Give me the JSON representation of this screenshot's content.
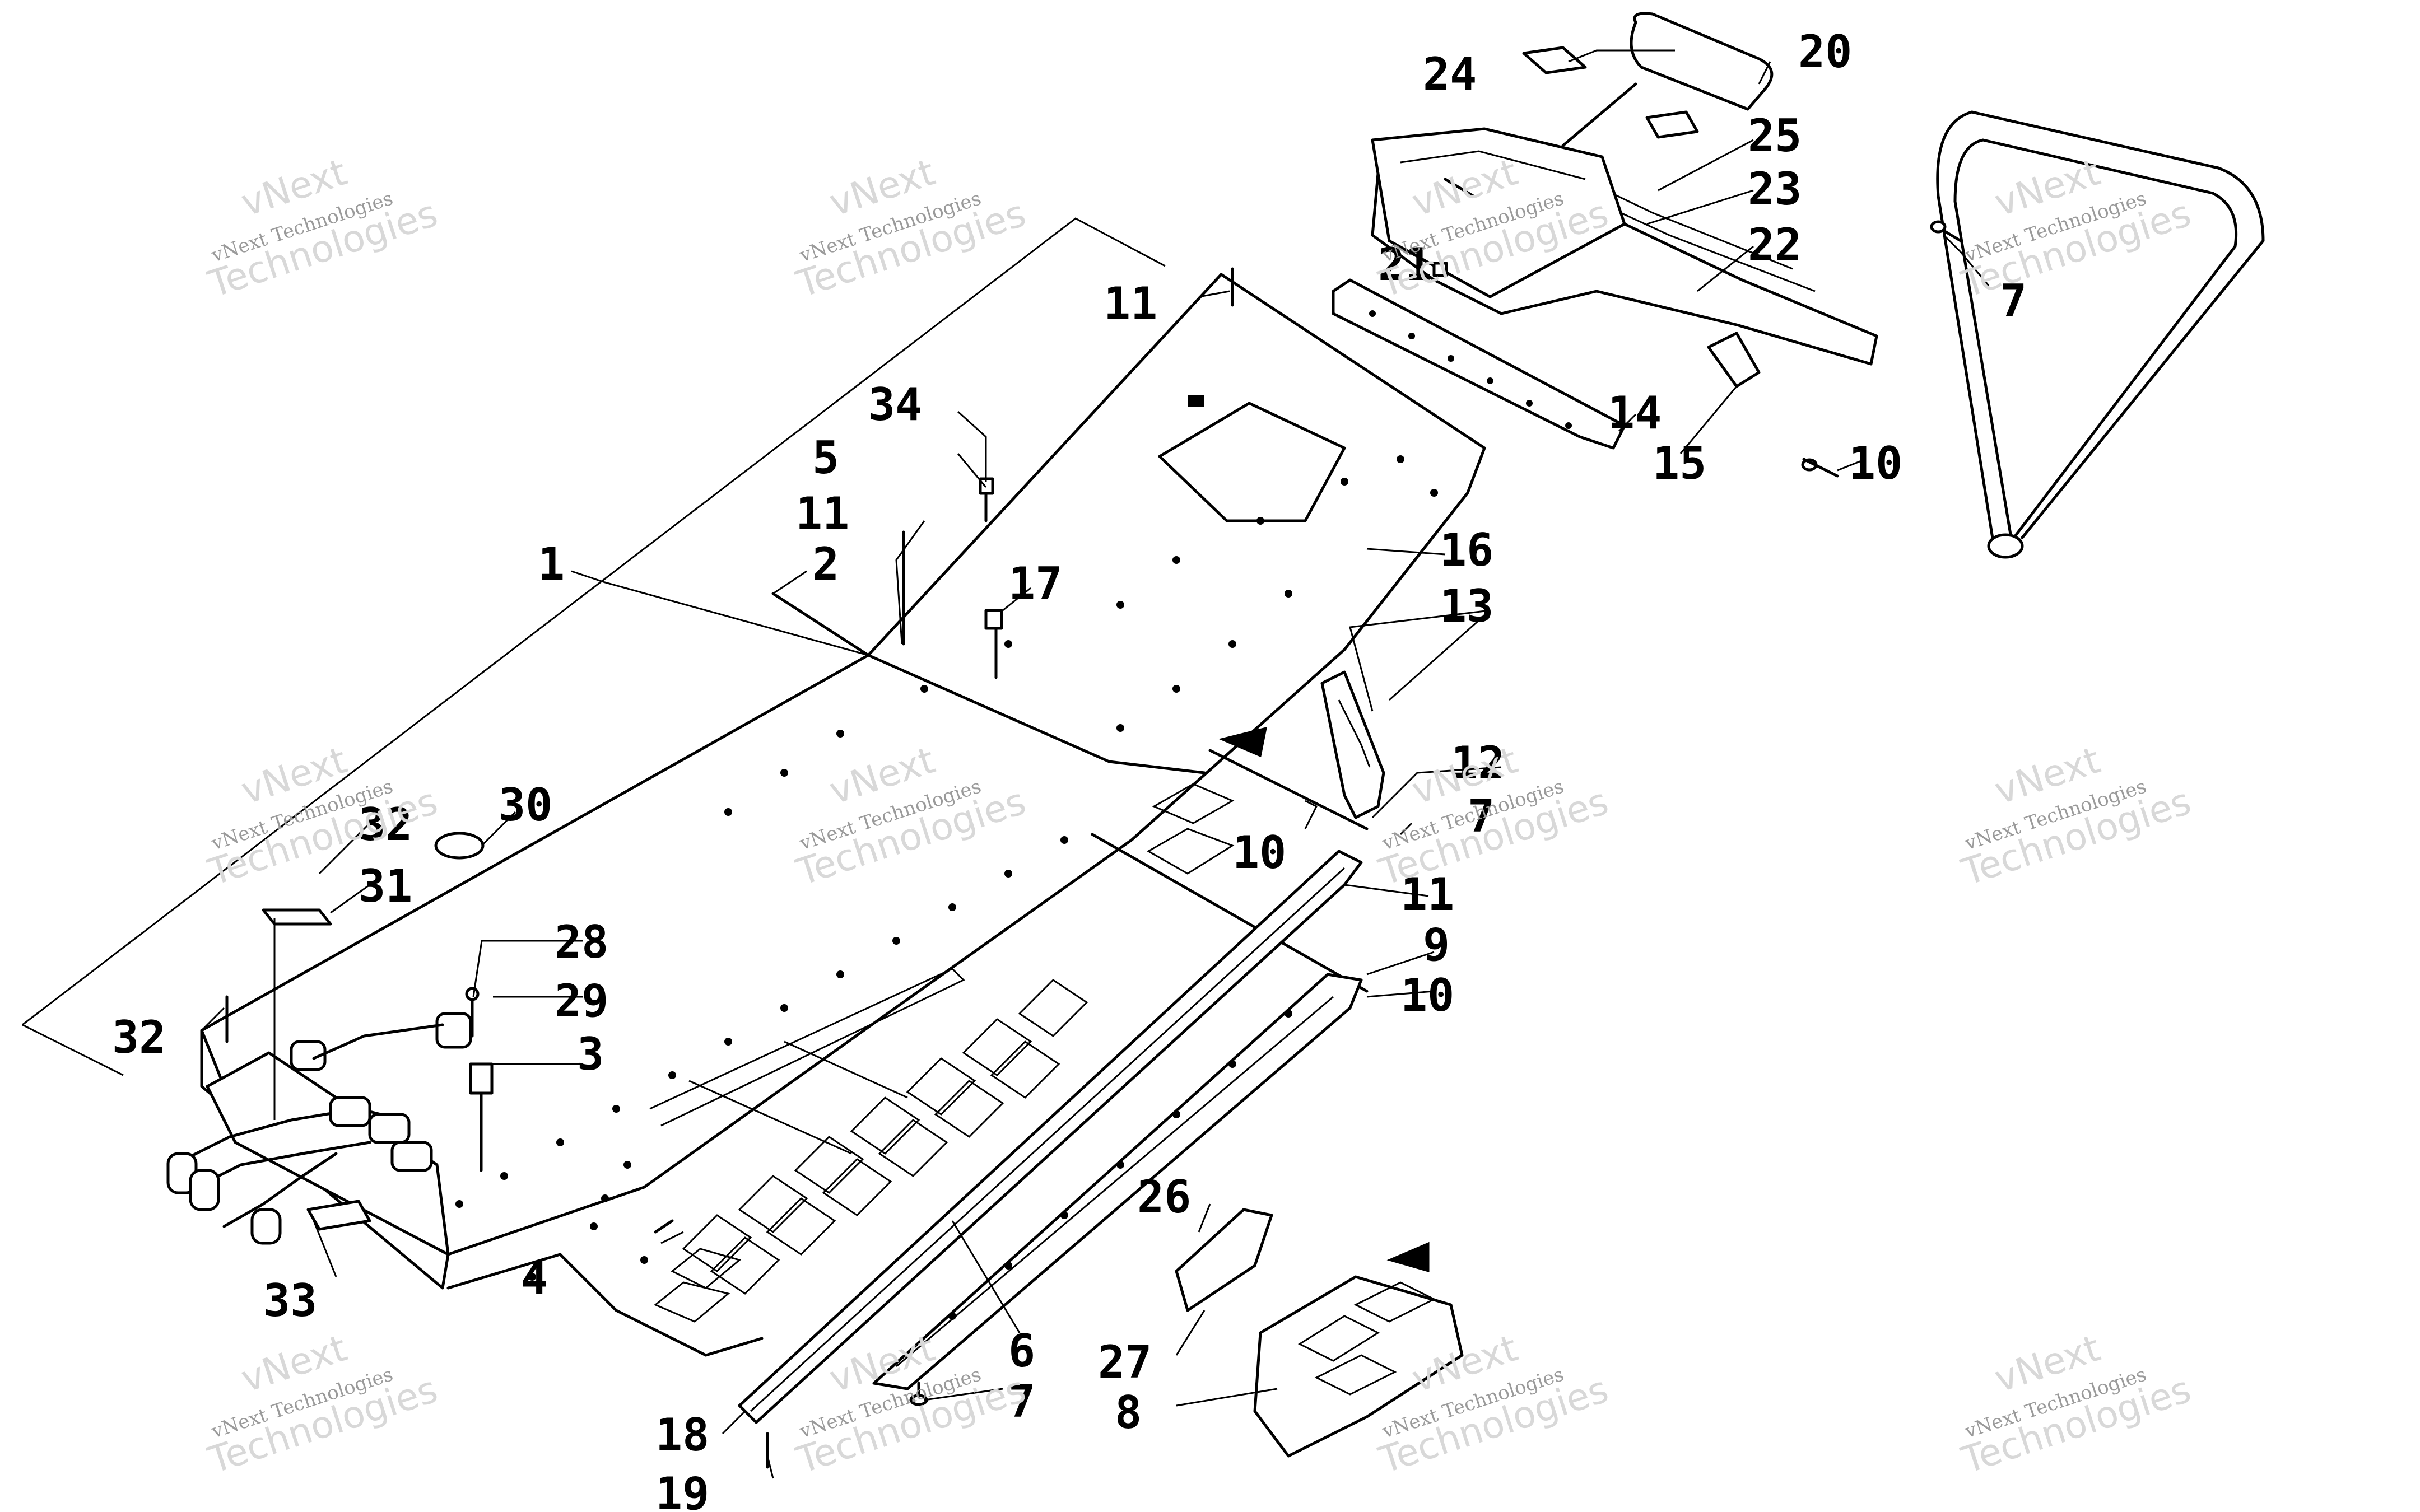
{
  "watermark": {
    "line1": "vNext",
    "line2": "vNext Technologies",
    "line3": "Technologies"
  },
  "callouts": [
    {
      "id": "1",
      "text": "1"
    },
    {
      "id": "2",
      "text": "2"
    },
    {
      "id": "3",
      "text": "3"
    },
    {
      "id": "4",
      "text": "4"
    },
    {
      "id": "5",
      "text": "5"
    },
    {
      "id": "6",
      "text": "6"
    },
    {
      "id": "7a",
      "text": "7"
    },
    {
      "id": "7b",
      "text": "7"
    },
    {
      "id": "7c",
      "text": "7"
    },
    {
      "id": "8",
      "text": "8"
    },
    {
      "id": "9",
      "text": "9"
    },
    {
      "id": "10a",
      "text": "10"
    },
    {
      "id": "10b",
      "text": "10"
    },
    {
      "id": "10c",
      "text": "10"
    },
    {
      "id": "11a",
      "text": "11"
    },
    {
      "id": "11b",
      "text": "11"
    },
    {
      "id": "11c",
      "text": "11"
    },
    {
      "id": "12",
      "text": "12"
    },
    {
      "id": "13",
      "text": "13"
    },
    {
      "id": "14",
      "text": "14"
    },
    {
      "id": "15",
      "text": "15"
    },
    {
      "id": "16",
      "text": "16"
    },
    {
      "id": "17",
      "text": "17"
    },
    {
      "id": "18",
      "text": "18"
    },
    {
      "id": "19",
      "text": "19"
    },
    {
      "id": "20",
      "text": "20"
    },
    {
      "id": "21",
      "text": "21"
    },
    {
      "id": "22",
      "text": "22"
    },
    {
      "id": "23",
      "text": "23"
    },
    {
      "id": "24",
      "text": "24"
    },
    {
      "id": "25",
      "text": "25"
    },
    {
      "id": "26",
      "text": "26"
    },
    {
      "id": "27",
      "text": "27"
    },
    {
      "id": "28",
      "text": "28"
    },
    {
      "id": "29",
      "text": "29"
    },
    {
      "id": "30",
      "text": "30"
    },
    {
      "id": "31",
      "text": "31"
    },
    {
      "id": "32a",
      "text": "32"
    },
    {
      "id": "32b",
      "text": "32"
    },
    {
      "id": "33",
      "text": "33"
    },
    {
      "id": "34",
      "text": "34"
    }
  ]
}
